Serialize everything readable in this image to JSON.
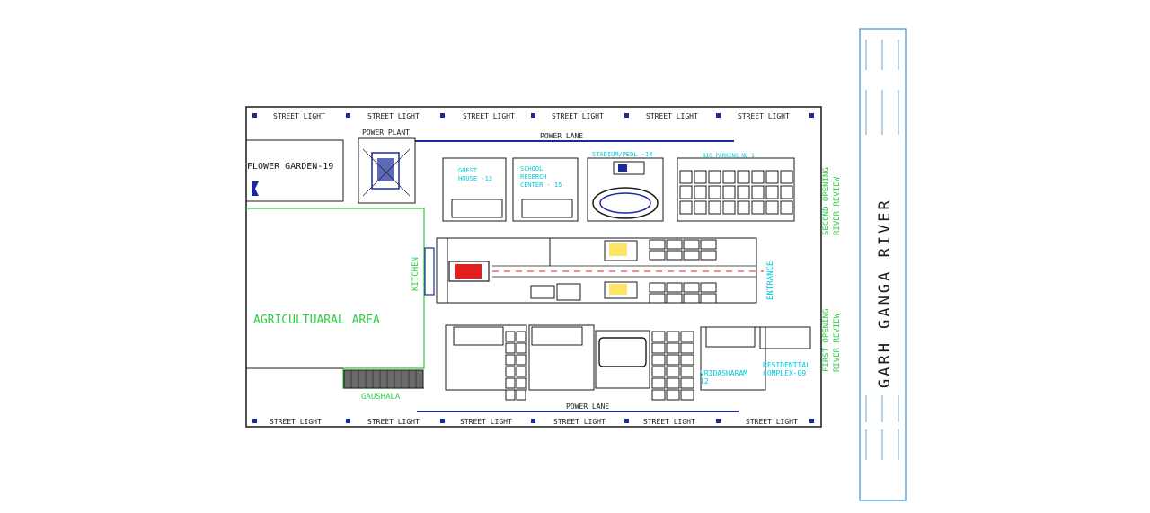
{
  "colors": {
    "line": "#1a1a1a",
    "cyan": "#00c8d8",
    "green": "#2ecc40",
    "blue": "#1a2a9c",
    "red": "#e02020",
    "yellow": "#ffd200",
    "river_border": "#3d8fd1"
  },
  "street_lights_top": [
    "STREET LIGHT",
    "STREET LIGHT",
    "STREET LIGHT",
    "STREET LIGHT",
    "STREET LIGHT",
    "STREET LIGHT"
  ],
  "street_lights_bottom": [
    "STREET LIGHT",
    "STREET LIGHT",
    "STREET LIGHT",
    "STREET LIGHT",
    "STREET LIGHT",
    "STREET LIGHT"
  ],
  "labels": {
    "power_plant": "POWER PLANT",
    "power_lane_top": "POWER LANE",
    "power_lane_bottom": "POWER LANE",
    "flower_garden": "FLOWER GARDEN-19",
    "guest_house_1": "GUEST",
    "guest_house_2": "HOUSE -13",
    "school_1": "SCHOOL",
    "school_2": "RESERCH",
    "school_3": "CENTER - 15",
    "stadium": "STADIUM/PEDL -14",
    "big_parking": "BIG PARKING NO 1",
    "second_opening_1": "SECOND OPENING",
    "second_opening_2": "RIVER REVIEW",
    "first_opening_1": "FIRST OPENING",
    "first_opening_2": "RIVER REVIEW",
    "kitchen": "KITCHEN",
    "agri_area": "AGRICULTUARAL AREA",
    "gaushala": "GAUSHALA",
    "entrance": "ENTRANCE",
    "vridasharam_1": "VRIDASHARAM",
    "vridasharam_2": "12",
    "residential_1": "RESIDENTIAL",
    "residential_2": "COMPLEX-09",
    "river": "GARH GANGA RIVER"
  }
}
